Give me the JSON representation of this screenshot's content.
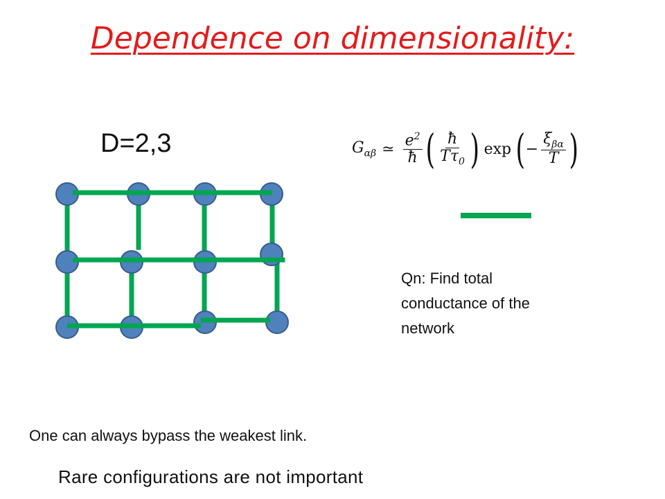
{
  "slide": {
    "title": "Dependence on dimensionality:",
    "dimension_label": "D=2,3",
    "formula": {
      "lhs": "G",
      "lhs_sub": "αβ",
      "relation": "≃",
      "frac1_num": "e",
      "frac1_num_sup": "2",
      "frac1_den": "ħ",
      "frac2_num": "ħ",
      "frac2_den": "Tτ",
      "frac2_den_sub": "0",
      "exp": "exp",
      "minus": "−",
      "frac3_num": "ξ",
      "frac3_num_sub": "βα",
      "frac3_den": "T"
    },
    "question": "Qn: Find total conductance of the network",
    "bypass_note": "One can always  bypass the weakest link.",
    "rare_note": "Rare configurations are not important"
  },
  "colors": {
    "title": "#e31b1b",
    "node_fill": "#4f81bd",
    "node_stroke": "#385d8a",
    "link": "#00a650"
  }
}
